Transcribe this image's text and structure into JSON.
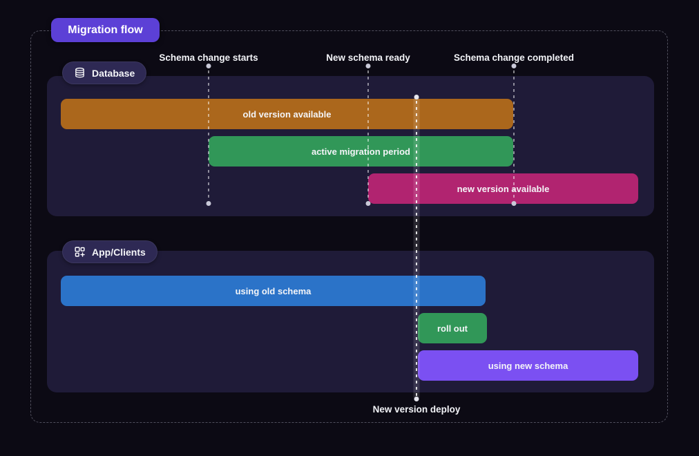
{
  "title": "Migration flow",
  "timeline": {
    "milestones": [
      {
        "label": "Schema change starts"
      },
      {
        "label": "New schema ready"
      },
      {
        "label": "Schema change completed"
      }
    ],
    "deploy_label": "New version deploy"
  },
  "sections": [
    {
      "name": "Database",
      "icon": "database-icon",
      "bars": [
        {
          "label": "old version available",
          "color": "#ab671c"
        },
        {
          "label": "active migration period",
          "color": "#319758"
        },
        {
          "label": "new version available",
          "color": "#b12470"
        }
      ]
    },
    {
      "name": "App/Clients",
      "icon": "apps-plus-icon",
      "bars": [
        {
          "label": "using old schema",
          "color": "#2b73c8"
        },
        {
          "label": "roll out",
          "color": "#319758"
        },
        {
          "label": "using new schema",
          "color": "#7b50f2"
        }
      ]
    }
  ],
  "colors": {
    "page_background": "#0c0a14",
    "panel_background": "#1f1b38",
    "badge_background": "#2e2954",
    "title_badge_background": "#5c40d6",
    "bar_orange": "#ab671c",
    "bar_green": "#319758",
    "bar_magenta": "#b12470",
    "bar_blue": "#2b73c8",
    "bar_purple": "#7b50f2",
    "text": "#f2f3f7",
    "guide_line": "rgba(255,255,255,0.5)",
    "frame_border": "rgba(158,158,175,0.48)"
  }
}
